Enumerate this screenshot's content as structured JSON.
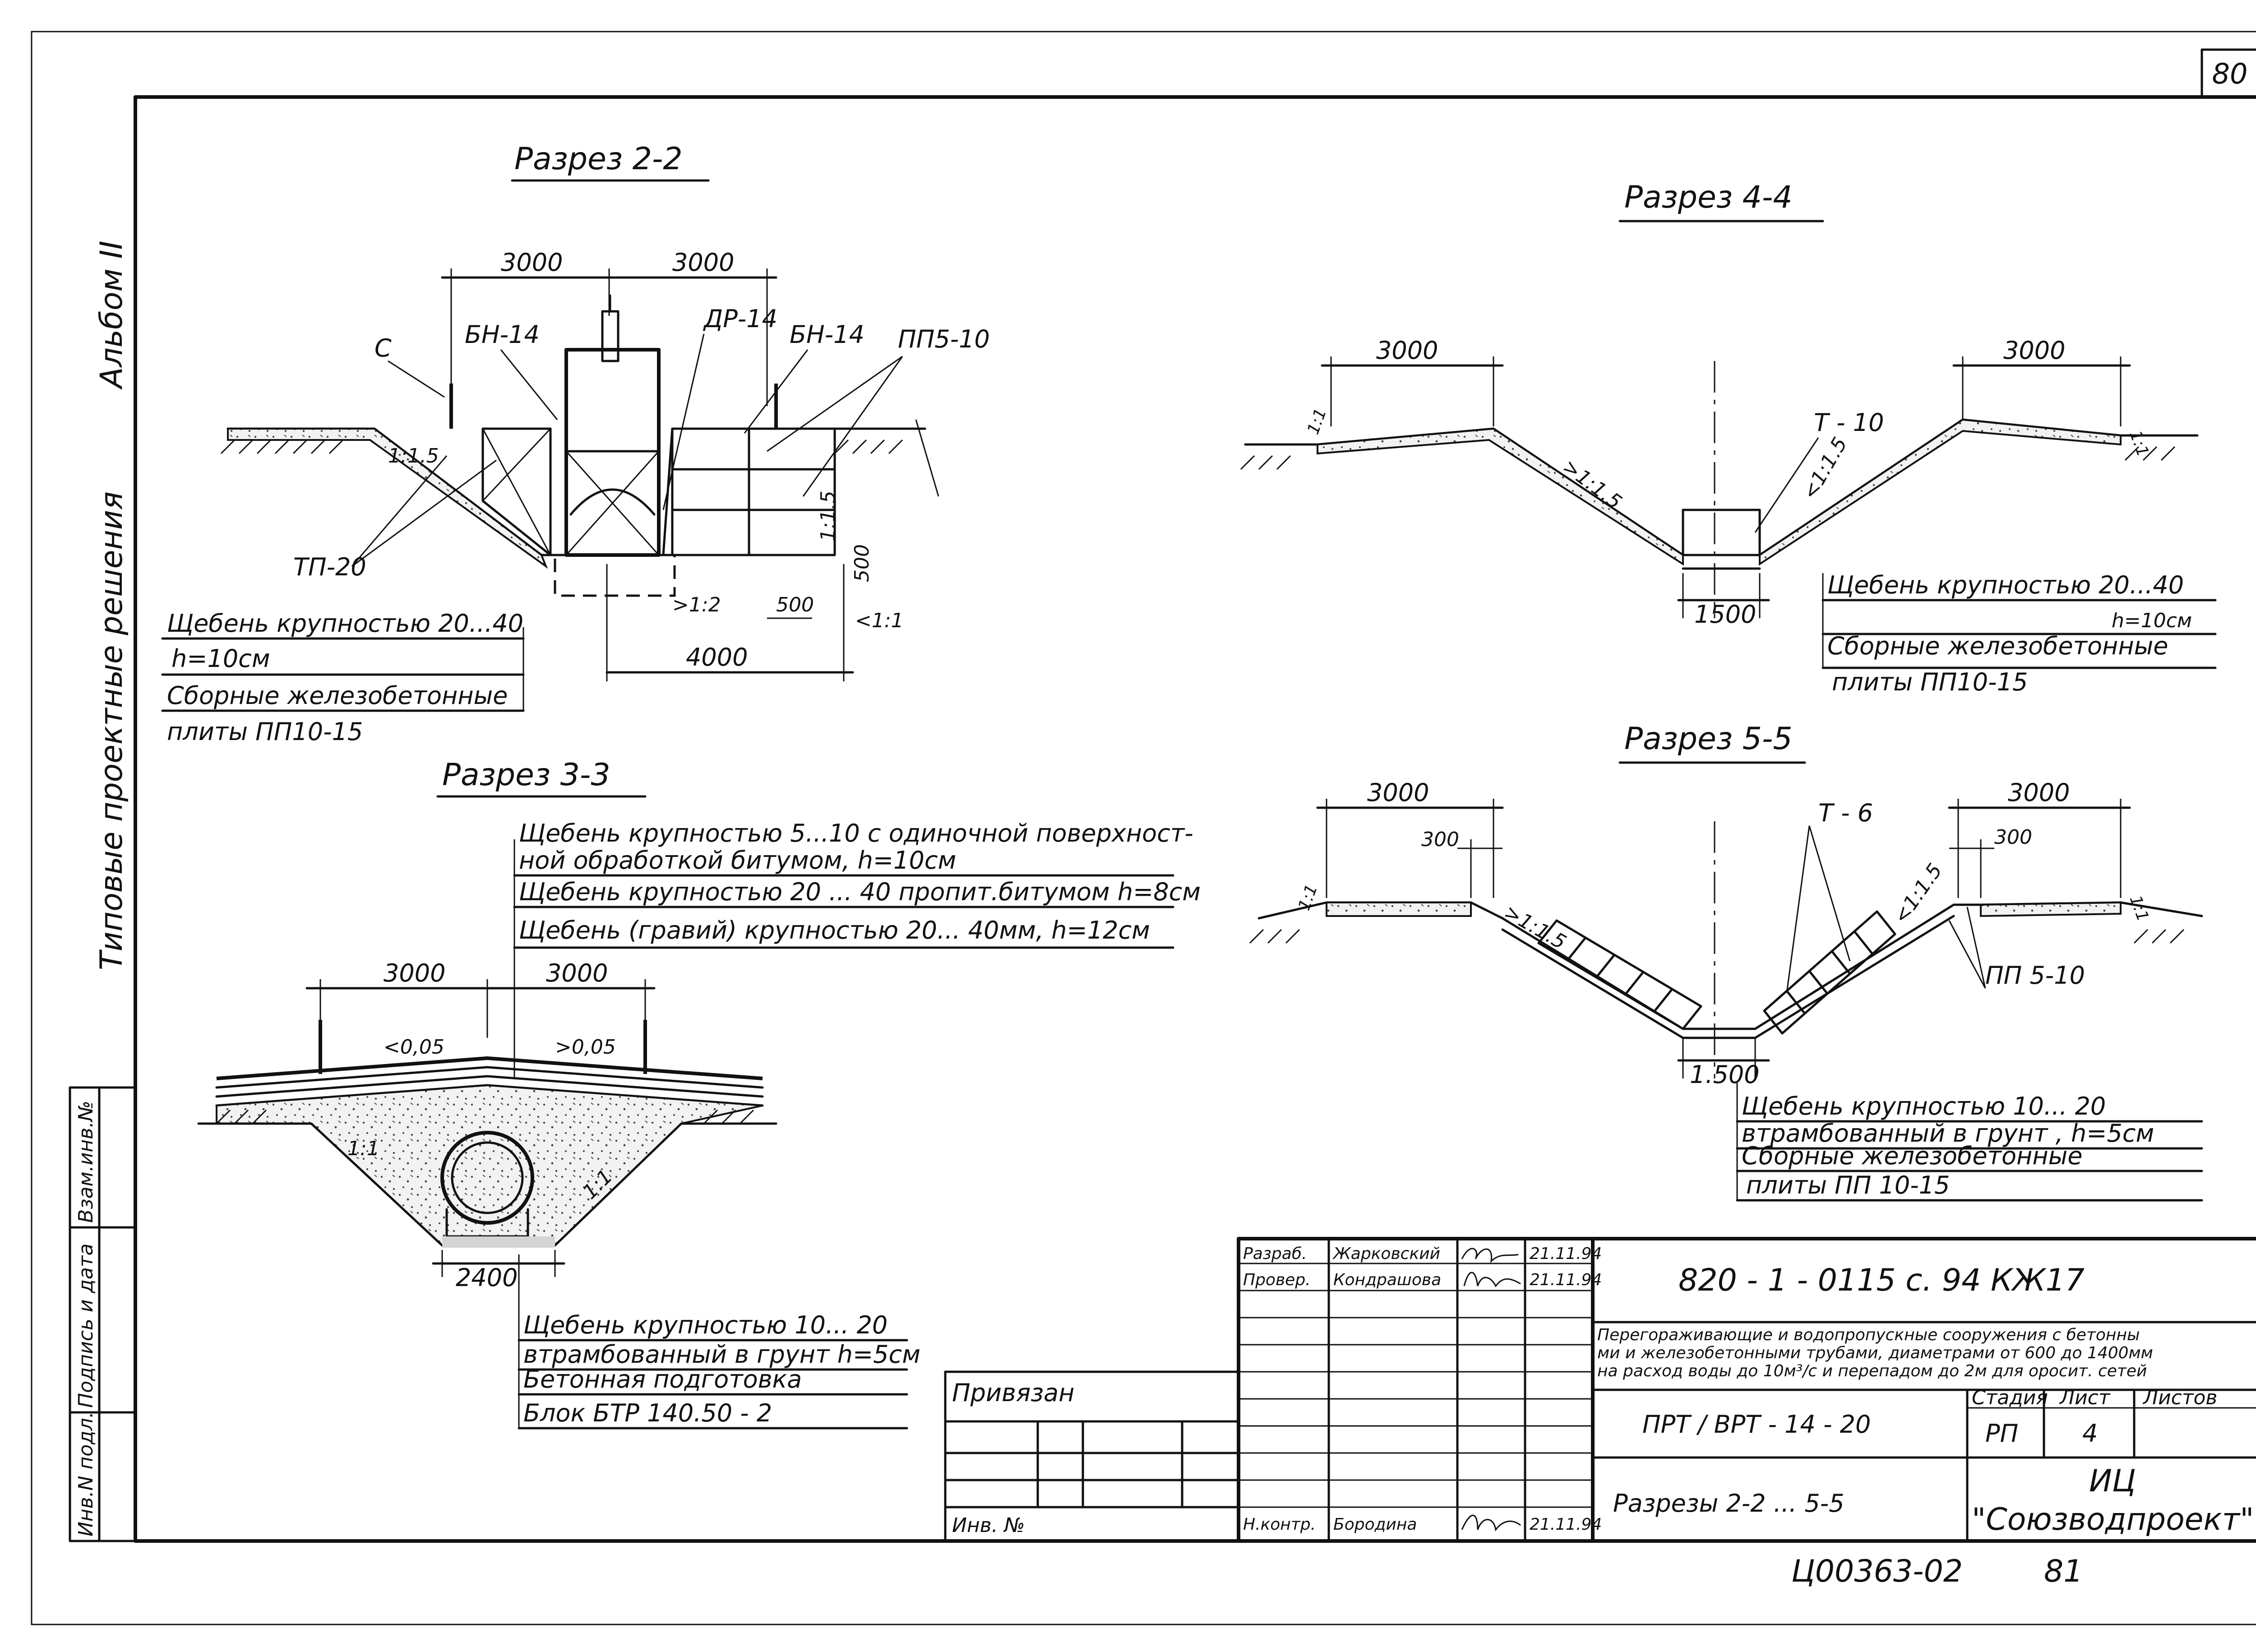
{
  "sheet": {
    "page_no": "80",
    "album_label": "Альбом II",
    "series_label": "Типовые проектные решения",
    "side_cells": [
      "Взам.инв.№",
      "Подпись и дата",
      "Инв.N подл."
    ],
    "handwritten_stamp": "Ц00363-02",
    "handwritten_page": "81"
  },
  "section_2_2": {
    "title": "Разрез 2-2",
    "dims": [
      "3000",
      "3000",
      "4000",
      "500",
      "500"
    ],
    "labels": {
      "c": "С",
      "bn14_left": "БН-14",
      "dr14": "ДР-14",
      "bn14_right": "БН-14",
      "pp510": "ПП5-10",
      "tp20": "ТП-20"
    },
    "slopes": [
      "1:1.5",
      "1:1.5",
      ">1:2",
      "<1:1"
    ],
    "notes": [
      "Щебень крупностью 20...40",
      "h=10см",
      "Сборные железобетонные",
      "плиты ПП10-15"
    ]
  },
  "section_3_3": {
    "title": "Разрез 3-3",
    "dims": [
      "3000",
      "3000",
      "2400"
    ],
    "slopes": [
      "<0,05",
      ">0,05",
      "1:1",
      "1:1"
    ],
    "notes_top": [
      "Щебень крупностью 5...10 с одиночной поверхност-",
      "ной обработкой битумом, h=10см",
      "Щебень крупностью 20 ... 40 пропит.битумом h=8см",
      "Щебень (гравий) крупностью 20... 40мм, h=12см"
    ],
    "notes_bottom": [
      "Щебень крупностью 10... 20",
      "втрамбованный в грунт h=5см",
      "Бетонная подготовка",
      "Блок БТР 140.50 - 2"
    ]
  },
  "section_4_4": {
    "title": "Разрез 4-4",
    "dims": [
      "3000",
      "3000",
      "1500"
    ],
    "labels": {
      "t10": "Т - 10"
    },
    "slopes": [
      "1:1",
      ">1:1.5",
      "<1:1.5",
      "1:1"
    ],
    "notes": [
      "Щебень крупностью 20...40",
      "h=10см",
      "Сборные железобетонные",
      "плиты ПП10-15"
    ]
  },
  "section_5_5": {
    "title": "Разрез 5-5",
    "dims": [
      "3000",
      "300",
      "3000",
      "300",
      "1.500"
    ],
    "labels": {
      "t6": "Т - 6",
      "pp510": "ПП 5-10"
    },
    "slopes": [
      "1:1",
      ">1:1.5",
      "<1:1.5",
      "1:1"
    ],
    "notes": [
      "Щебень крупностью 10... 20",
      "втрамбованный в грунт , h=5см",
      "Сборные железобетонные",
      "плиты ПП 10-15"
    ]
  },
  "title_block": {
    "role_dev": "Разраб.",
    "name_dev": "Жарковский",
    "date_dev": "21.11.94",
    "role_check": "Провер.",
    "name_check": "Кондрашова",
    "date_check": "21.11.94",
    "role_norm": "Н.контр.",
    "name_norm": "Бородина",
    "date_norm": "21.11.94",
    "code": "820 - 1 - 0115 с. 94    КЖ17",
    "description": [
      "Перегораживающие и водопропускные сооружения с бетонны",
      "ми и железобетонными трубами, диаметрами от 600 до 1400мм",
      "на расход воды до 10м³/с и перепадом до 2м для ороcит. сетей"
    ],
    "structure": "ПРТ / ВРТ - 14 - 20",
    "head_stage": "Стадия",
    "head_sheet": "Лист",
    "head_sheets": "Листов",
    "stage": "РП",
    "sheet": "4",
    "sheet_title": "Разрезы 2-2 ... 5-5",
    "org1": "ИЦ",
    "org2": "\"Союзводпроект\"",
    "bound": "Привязан",
    "inv": "Инв. №"
  }
}
